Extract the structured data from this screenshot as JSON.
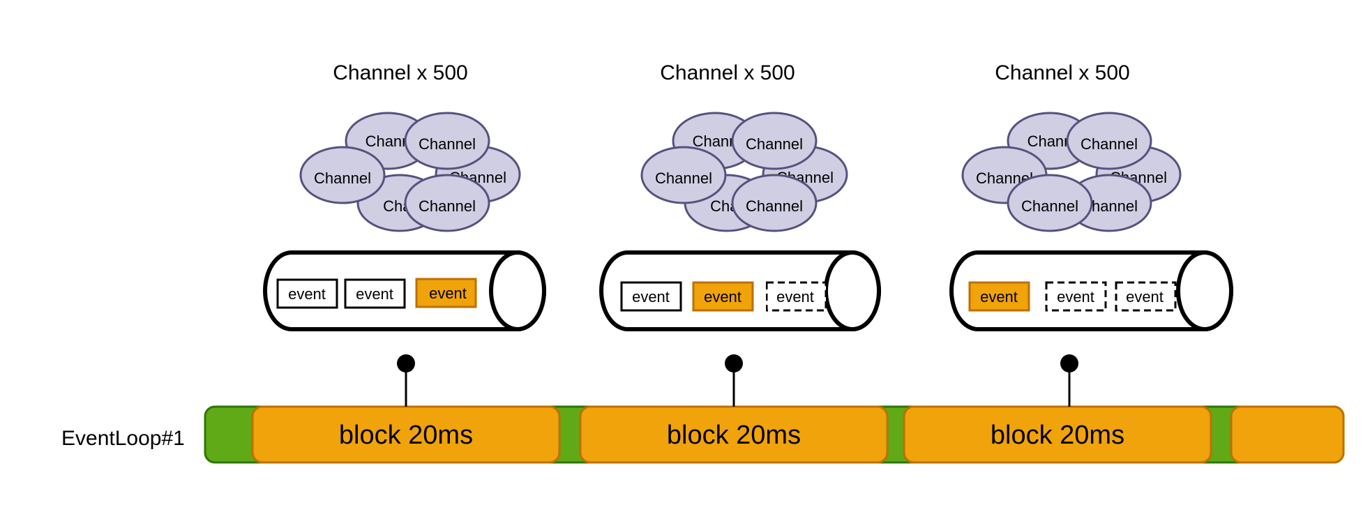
{
  "colors": {
    "cloud_fill": "#d0cee2",
    "cloud_stroke": "#56517e",
    "event_highlight_fill": "#f0a30a",
    "event_highlight_stroke": "#bd7000",
    "loop_fill": "#60a917",
    "loop_stroke": "#2d7600",
    "block_fill": "#f0a30a",
    "block_stroke": "#bd7000",
    "ink": "#000000"
  },
  "eventloop": {
    "label": "EventLoop#1",
    "blocks": [
      {
        "label": "block 20ms"
      },
      {
        "label": "block 20ms"
      },
      {
        "label": "block 20ms"
      },
      {
        "label": ""
      }
    ]
  },
  "groups": [
    {
      "title": "Channel x 500",
      "channels": [
        "Chann",
        "Channel",
        "Channel",
        "Channel",
        "Char",
        "Channel"
      ],
      "events": [
        {
          "label": "event",
          "state": "solid"
        },
        {
          "label": "event",
          "state": "solid"
        },
        {
          "label": "event",
          "state": "highlight"
        }
      ]
    },
    {
      "title": "Channel x 500",
      "channels": [
        "Chann",
        "Channel",
        "Channel",
        "Channel",
        "Char",
        "Channel"
      ],
      "events": [
        {
          "label": "event",
          "state": "solid"
        },
        {
          "label": "event",
          "state": "highlight"
        },
        {
          "label": "event",
          "state": "dashed"
        }
      ]
    },
    {
      "title": "Channel x 500",
      "channels": [
        "Chann",
        "Channel",
        "Channel",
        "Channel",
        "hannel",
        "Channel"
      ],
      "events": [
        {
          "label": "event",
          "state": "highlight"
        },
        {
          "label": "event",
          "state": "dashed"
        },
        {
          "label": "event",
          "state": "dashed"
        }
      ]
    }
  ]
}
